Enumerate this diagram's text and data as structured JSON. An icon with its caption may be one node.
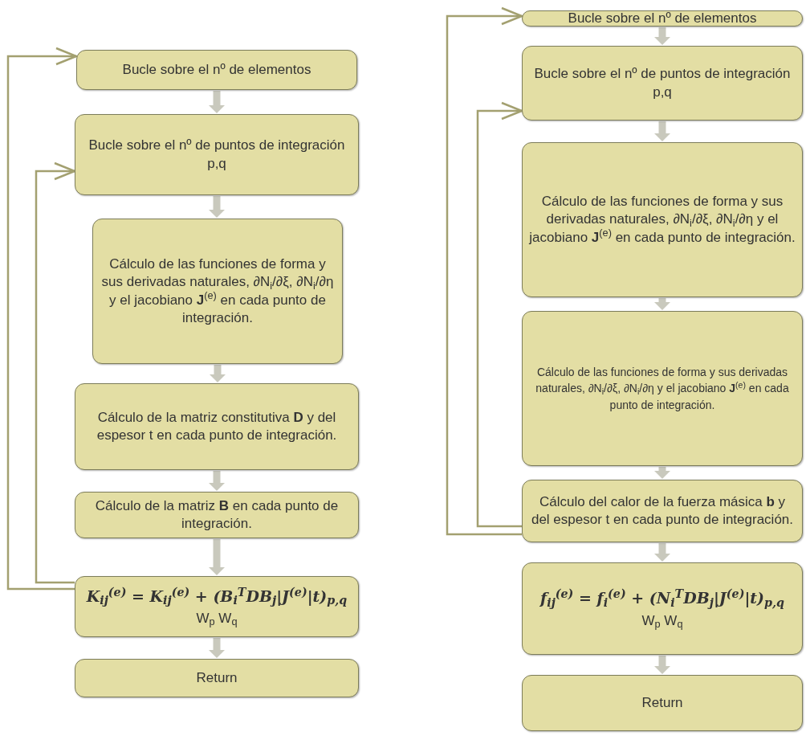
{
  "diagram": {
    "nodes": [
      {
        "text": [
          "Bucle sobre el nº de elementos"
        ]
      },
      {
        "text": [
          "Bucle sobre el nº de puntos de integración p,q"
        ]
      },
      {
        "text": [
          "Cálculo de las funciones de forma y sus derivadas naturales, ∂N$_{i}$/∂ξ, ∂N$_{i}$/∂η y el jacobiano **J**$^{(e)}$ en cada punto de integración."
        ]
      },
      {
        "text": [
          "Cálculo de la matriz constitutiva **D** y del espesor t en cada punto de integración."
        ]
      },
      {
        "text": [
          "Cálculo de la matriz **B** en cada punto de integración."
        ]
      },
      {
        "text": [
          "K$_{ij}$$^{(e)}$ = K$_{ij}$$^{(e)}$ + (B$_{i}$$^{T}$DB$_{j}$|J$^{(e)}$|t)$_{p,q}$",
          "W$_{p}$ W$_{q}$"
        ]
      },
      {
        "text": [
          "Return"
        ]
      },
      {
        "text": [
          "Bucle sobre el nº de elementos"
        ]
      },
      {
        "text": [
          "Bucle sobre el nº de puntos de integración p,q"
        ]
      },
      {
        "text": [
          "Cálculo de las funciones de forma y sus derivadas naturales, ∂N$_{i}$/∂ξ, ∂N$_{i}$/∂η y el jacobiano **J**$^{(e)}$ en cada punto de integración."
        ]
      },
      {
        "text": [
          "Cálculo de las funciones de forma y sus derivadas naturales, ∂N$_{i}$/∂ξ, ∂N$_{i}$/∂η y el jacobiano **J**$^{(e)}$ en cada punto de integración."
        ]
      },
      {
        "text": [
          "Cálculo  del calor de la fuerza másica **b** y del espesor t en cada punto de integración."
        ]
      },
      {
        "text": [
          "f$_{ij}$$^{(e)}$ = f$_{i}$$^{(e)}$ + (N$_{i}$$^{T}$DB$_{j}$|J$^{(e)}$|t)$_{p,q}$",
          "W$_{p}$ W$_{q}$"
        ]
      },
      {
        "text": [
          "Return"
        ]
      }
    ],
    "edges": [
      {
        "from": 0,
        "to": 1,
        "arrow": "to"
      },
      {
        "from": 1,
        "to": 2,
        "arrow": "to"
      },
      {
        "from": 2,
        "to": 3,
        "arrow": "to"
      },
      {
        "from": 3,
        "to": 4,
        "arrow": "to"
      },
      {
        "from": 4,
        "to": 5,
        "arrow": "to"
      },
      {
        "from": 5,
        "to": 6,
        "arrow": "to"
      },
      {
        "from": 7,
        "to": 8,
        "arrow": "to"
      },
      {
        "from": 8,
        "to": 9,
        "arrow": "to"
      },
      {
        "from": 9,
        "to": 10,
        "arrow": "to"
      },
      {
        "from": 10,
        "to": 11,
        "arrow": "to"
      },
      {
        "from": 11,
        "to": 12,
        "arrow": "to"
      },
      {
        "from": 12,
        "to": 13,
        "arrow": "to"
      },
      {
        "from": 5,
        "to": 0,
        "arrow": "to",
        "color": "#a3a070"
      },
      {
        "from": 5,
        "to": 1,
        "arrow": "to",
        "color": "#a3a070"
      },
      {
        "from": 11,
        "to": 7,
        "arrow": "to",
        "color": "#a3a070"
      },
      {
        "from": 11,
        "to": 8,
        "arrow": "to",
        "color": "#a3a070"
      }
    ]
  }
}
